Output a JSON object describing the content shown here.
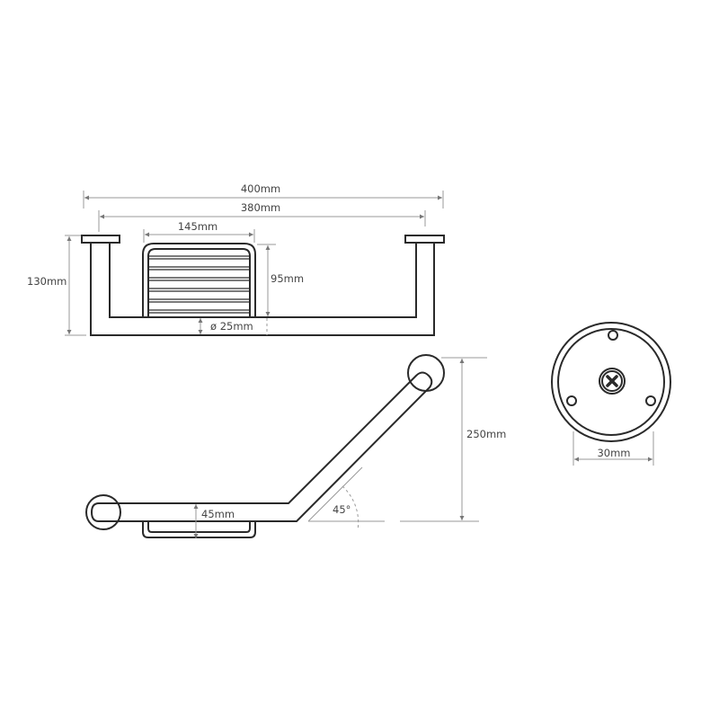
{
  "top_view": {
    "width_overall": "400mm",
    "width_centers": "380mm",
    "basket_width": "145mm",
    "basket_height": "95mm",
    "total_depth": "130mm",
    "tube_diameter": "ø 25mm"
  },
  "angled_view": {
    "basket_depth": "45mm",
    "angle": "45°",
    "height": "250mm"
  },
  "rosette_view": {
    "diameter": "30mm"
  }
}
